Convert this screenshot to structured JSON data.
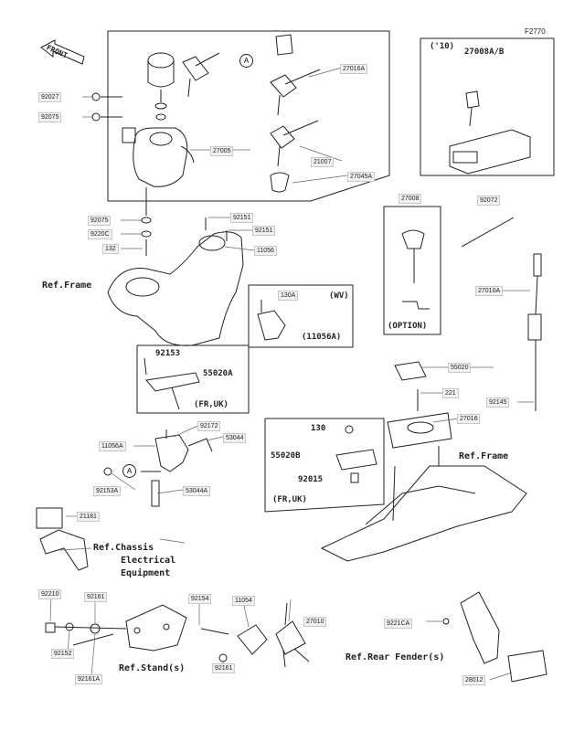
{
  "figure_code": "F2770",
  "front_label": "FRONT",
  "callout_letter": "A",
  "ref": {
    "frame_left": "Ref.Frame",
    "frame_right": "Ref.Frame",
    "chassis_line1": "Ref.Chassis",
    "chassis_line2": "Electrical",
    "chassis_line3": "Equipment",
    "stand": "Ref.Stand(s)",
    "rear_fender": "Ref.Rear Fender(s)"
  },
  "inset_10": {
    "year": "('10)",
    "part": "27008A/B"
  },
  "option_box": {
    "part": "27008",
    "label": "(OPTION)"
  },
  "wv_box": {
    "part_top": "130A",
    "variant": "(WV)",
    "part": "(11056A)"
  },
  "fr_uk_upper": {
    "part_top": "92153",
    "part": "55020A",
    "variant": "(FR,UK)"
  },
  "fr_uk_lower": {
    "bolt": "130",
    "part": "55020B",
    "washer": "92015",
    "variant": "(FR,UK)"
  },
  "labels": {
    "p92027": "92027",
    "p92075a": "92075",
    "p27005": "27005",
    "p27016a": "27016A",
    "p21007": "21007",
    "p27045a": "27045A",
    "p92075b": "92075",
    "p9220c": "9220C",
    "p132": "132",
    "p92151a": "92151",
    "p92151b": "92151",
    "p11056": "11056",
    "p92072": "92072",
    "p27010a": "27010A",
    "p55020": "55020",
    "p221": "221",
    "p27016": "27016",
    "p92145": "92145",
    "p92172": "92172",
    "p53044": "53044",
    "p11056a": "11056A",
    "p92153a": "92153A",
    "p53044a": "53044A",
    "p21181": "21181",
    "p92210": "92210",
    "p92161a": "92161",
    "p92154": "92154",
    "p11054": "11054",
    "p27010": "27010",
    "p92152": "92152",
    "p92161b": "92161",
    "p92161ab": "92161A",
    "p9221ca": "9221CA",
    "p28012": "28012"
  }
}
